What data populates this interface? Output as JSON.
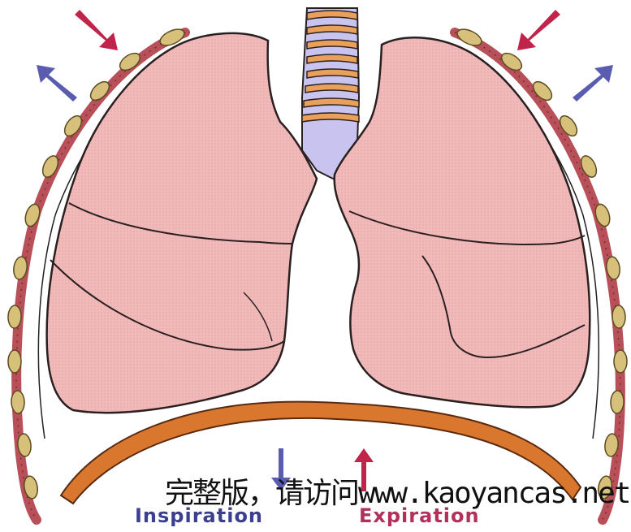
{
  "labels": {
    "inspiration": "Inspiration",
    "expiration": "Expiration"
  },
  "watermark": "完整版，请访问www.kaoyancas.net",
  "colors": {
    "lung": "#f1b9b9",
    "lung_outline": "#2a2020",
    "trachea_ring": "#e8a05a",
    "trachea_body": "#c8c4ef",
    "diaphragm": "#d9772e",
    "rib_wall": "#b8505a",
    "rib_bone": "#d7c07a",
    "inspiration_arrow": "#5a5cb0",
    "expiration_arrow": "#c0244a"
  },
  "icons": {
    "inspiration_motion": "arrow-outward-icon",
    "expiration_motion": "arrow-inward-icon",
    "diaphragm_down": "arrow-down-icon",
    "diaphragm_up": "arrow-up-icon"
  }
}
